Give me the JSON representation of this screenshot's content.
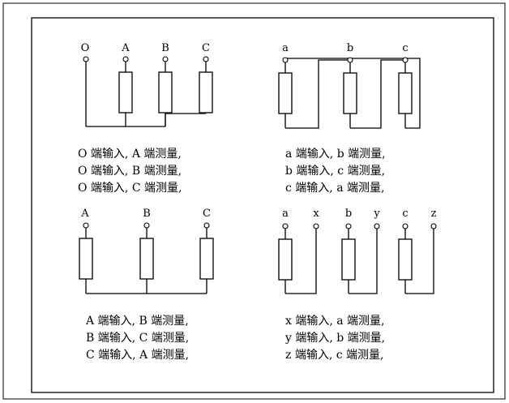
{
  "diagram_tl": {
    "terminals": [
      "O",
      "A",
      "B",
      "C"
    ],
    "captions": [
      "O 端输入, A 端测量,",
      "O 端输入, B 端测量,",
      "O 端输入, C 端测量,"
    ]
  },
  "diagram_tr": {
    "terminals": [
      "a",
      "b",
      "c"
    ],
    "captions": [
      "a 端输入, b 端测量,",
      "b 端输入, c 端测量,",
      "c 端输入, a 端测量,"
    ]
  },
  "diagram_bl": {
    "terminals": [
      "A",
      "B",
      "C"
    ],
    "captions": [
      "A 端输入, B 端测量,",
      "B 端输入, C 端测量,",
      "C 端输入, A 端测量,"
    ]
  },
  "diagram_br": {
    "terminals": [
      "a",
      "x",
      "b",
      "y",
      "c",
      "z"
    ],
    "captions": [
      "x 端输入, a 端测量,",
      "y 端输入, b 端测量,",
      "z 端输入, c 端测量,"
    ]
  }
}
